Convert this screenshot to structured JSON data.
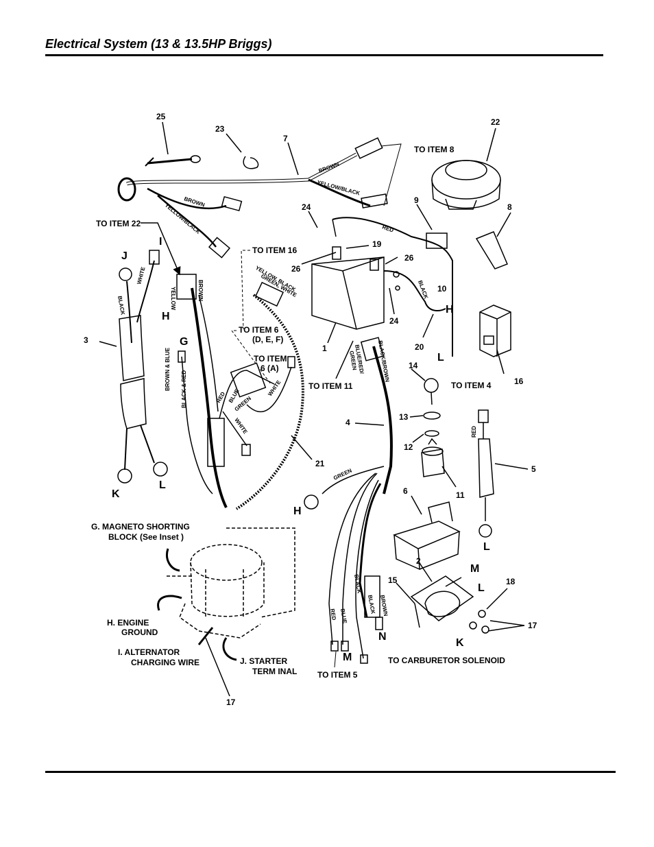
{
  "title": "Electrical System (13 & 13.5HP Briggs)",
  "callouts": {
    "c1": "1",
    "c2": "2",
    "c3": "3",
    "c4": "4",
    "c5": "5",
    "c6": "6",
    "c7": "7",
    "c8": "8",
    "c9": "9",
    "c10": "10",
    "c11": "11",
    "c12": "12",
    "c13": "13",
    "c14": "14",
    "c15": "15",
    "c16": "16",
    "c17a": "17",
    "c17b": "17",
    "c18": "18",
    "c19": "19",
    "c20": "20",
    "c21": "21",
    "c22": "22",
    "c23": "23",
    "c24a": "24",
    "c24b": "24",
    "c25": "25",
    "c26a": "26",
    "c26b": "26"
  },
  "letters": {
    "J": "J",
    "I": "I",
    "H1": "H",
    "G": "G",
    "K1": "K",
    "L1": "L",
    "H2": "H",
    "L2": "L",
    "L3": "L",
    "H3": "H",
    "M1": "M",
    "L4": "L",
    "K2": "K",
    "N": "N",
    "M2": "M"
  },
  "labels": {
    "to_item_8": "TO ITEM 8",
    "to_item_22": "TO ITEM 22",
    "to_item_16": "TO ITEM 16",
    "to_item_6a": "TO ITEM 6",
    "def": "(D, E, F)",
    "to_item_6b": "TO ITEM",
    "six_a": "6 (A)",
    "to_item_11": "TO ITEM 11",
    "to_item_4": "TO ITEM 4",
    "to_item_5": "TO ITEM 5",
    "carb": "TO CARBURETOR SOLENOID"
  },
  "wires": {
    "brown": "BROWN",
    "yellow_black": "YELLOW/BLACK",
    "brown2": "BROWN",
    "yellow_black2": "YELLOW/BLACK",
    "red": "RED",
    "black": "BLACK",
    "white": "WHITE",
    "yellow": "YELLOW",
    "brown3": "BROWN",
    "brown_blue": "BROWN & BLUE",
    "black_red": "BLACK & RED",
    "yb_gw1": "YELLOW, BLACK",
    "yb_gw2": "GREEN, WHITE",
    "red2": "RED",
    "blue": "BLUE",
    "green": "GREEN",
    "white2": "WHITE",
    "white3": "WHITE",
    "black_brown": "BLACK/BROWN",
    "blue_red": "BLUE/RED/",
    "green2": "GREEN",
    "red3": "RED",
    "green3": "GREEN",
    "red4": "RED",
    "blue2": "BLUE",
    "black2": "BLACK",
    "black3": "BLACK",
    "brown4": "BROWN"
  },
  "engine": {
    "g1": "G.  MAGNETO SHORTING",
    "g2": "BLOCK (See Inset )",
    "h1": "H.  ENGINE",
    "h2": "GROUND",
    "i1": "I.  ALTERNATOR",
    "i2": "CHARGING WIRE",
    "j1": "J.  STARTER",
    "j2": "TERM INAL"
  }
}
